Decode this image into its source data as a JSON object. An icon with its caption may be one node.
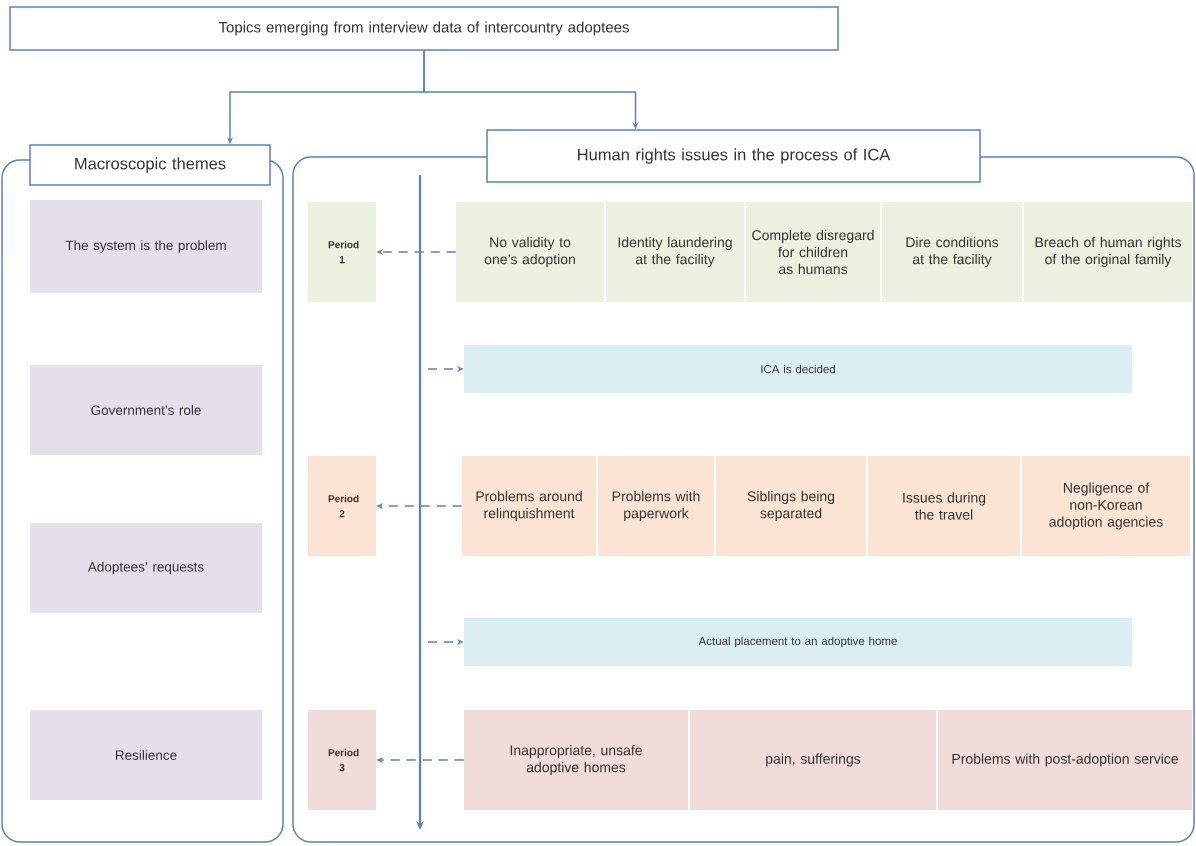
{
  "diagram": {
    "nodes": [
      {
        "text": [
          "Topics emerging from interview data of intercountry adoptees"
        ]
      },
      {
        "text": [
          "Macroscopic themes"
        ]
      },
      {
        "text": [],
        "shape": "box"
      },
      {
        "text": [
          "The system is the problem"
        ],
        "in": 2
      },
      {
        "text": [
          "Government’s role"
        ],
        "in": 2
      },
      {
        "text": [
          "Adoptees’ requests"
        ],
        "in": 2
      },
      {
        "text": [
          "Resilience"
        ],
        "in": 2
      },
      {
        "text": [
          "Human rights issues in the process of ICA"
        ]
      },
      {
        "text": [],
        "shape": "box"
      },
      {
        "text": [
          "Period 1"
        ],
        "in": 8
      },
      {
        "text": [
          "No validity to one’s adoption"
        ],
        "in": 8
      },
      {
        "text": [
          "Identity laundering at the facility"
        ],
        "in": 8
      },
      {
        "text": [
          "Complete disregard for children as humans"
        ],
        "in": 8
      },
      {
        "text": [
          "Dire conditions at the facility"
        ],
        "in": 8
      },
      {
        "text": [
          "Breach of human rights of the original family"
        ],
        "in": 8
      },
      {
        "text": [
          "ICA is decided"
        ],
        "in": 8
      },
      {
        "text": [
          "Period 2"
        ],
        "in": 8
      },
      {
        "text": [
          "Problems around relinquishment"
        ],
        "in": 8
      },
      {
        "text": [
          "Problems with paperwork"
        ],
        "in": 8
      },
      {
        "text": [
          "Siblings being separated"
        ],
        "in": 8
      },
      {
        "text": [
          "Issues during the travel"
        ],
        "in": 8
      },
      {
        "text": [
          "Negligence of non-Korean adoption agencies"
        ],
        "in": 8
      },
      {
        "text": [
          "Actual placement to an adoptive home"
        ],
        "in": 8
      },
      {
        "text": [
          "Period 3"
        ],
        "in": 8
      },
      {
        "text": [
          "Inappropriate, unsafe adoptive homes"
        ],
        "in": 8
      },
      {
        "text": [
          "pain, sufferings"
        ],
        "in": 8
      },
      {
        "text": [
          "Problems with post-adoption service"
        ],
        "in": 8
      }
    ],
    "edges": [
      {
        "from": 0,
        "to": 1,
        "arrow": "to"
      },
      {
        "from": 0,
        "to": 7,
        "arrow": "to"
      },
      {
        "from": 10,
        "to": 9,
        "arrow": "to",
        "style": "dashed"
      },
      {
        "from": null,
        "to": 15,
        "arrow": "to",
        "style": "dashed"
      },
      {
        "from": 17,
        "to": 16,
        "arrow": "to",
        "style": "dashed"
      },
      {
        "from": null,
        "to": 22,
        "arrow": "to",
        "style": "dashed"
      },
      {
        "from": 24,
        "to": 23,
        "arrow": "to",
        "style": "dashed"
      }
    ]
  }
}
